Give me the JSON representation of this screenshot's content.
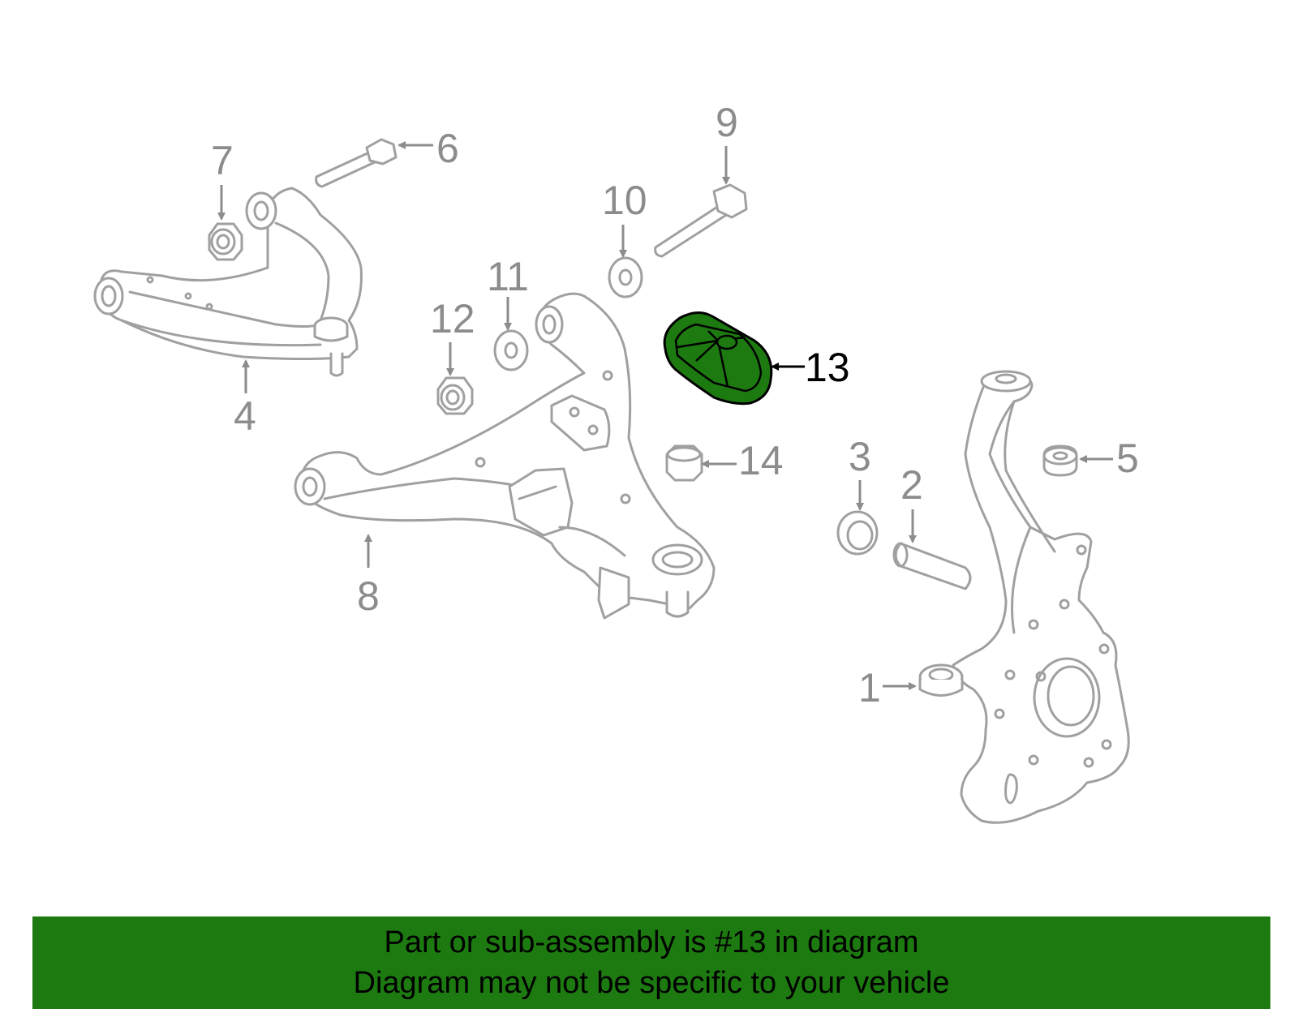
{
  "colors": {
    "highlight": "#1d7a10",
    "banner": "#1d7a10",
    "part_stroke": "#a0a0a0",
    "callout": "#8c8c8c"
  },
  "diagram": {
    "highlighted_part": "13",
    "callouts": [
      {
        "id": "1",
        "label": "1"
      },
      {
        "id": "2",
        "label": "2"
      },
      {
        "id": "3",
        "label": "3"
      },
      {
        "id": "4",
        "label": "4"
      },
      {
        "id": "5",
        "label": "5"
      },
      {
        "id": "6",
        "label": "6"
      },
      {
        "id": "7",
        "label": "7"
      },
      {
        "id": "8",
        "label": "8"
      },
      {
        "id": "9",
        "label": "9"
      },
      {
        "id": "10",
        "label": "10"
      },
      {
        "id": "11",
        "label": "11"
      },
      {
        "id": "12",
        "label": "12"
      },
      {
        "id": "13",
        "label": "13"
      },
      {
        "id": "14",
        "label": "14"
      }
    ]
  },
  "banner": {
    "line1": "Part or sub-assembly is #13 in diagram",
    "line2": "Diagram may not be specific to your vehicle"
  }
}
